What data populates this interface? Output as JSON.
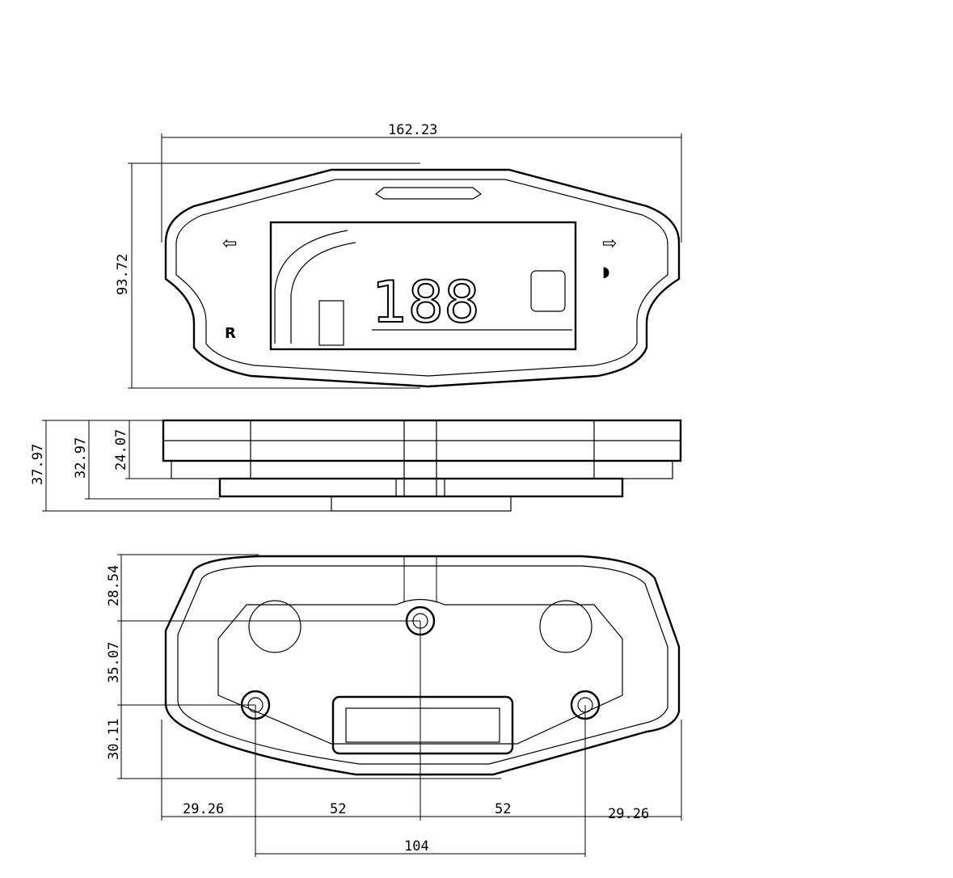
{
  "dimensions": {
    "front_width": "162.23",
    "front_height": "93.72",
    "side_total_depth": "37.97",
    "side_mid_depth": "32.97",
    "side_body_depth": "24.07",
    "back_top_to_hole": "28.54",
    "back_hole_to_side_holes": "35.07",
    "back_side_holes_to_bottom": "30.11",
    "back_left_margin": "29.26",
    "back_left_half": "52",
    "back_right_half": "52",
    "back_right_margin": "29.26",
    "back_hole_span": "104"
  }
}
